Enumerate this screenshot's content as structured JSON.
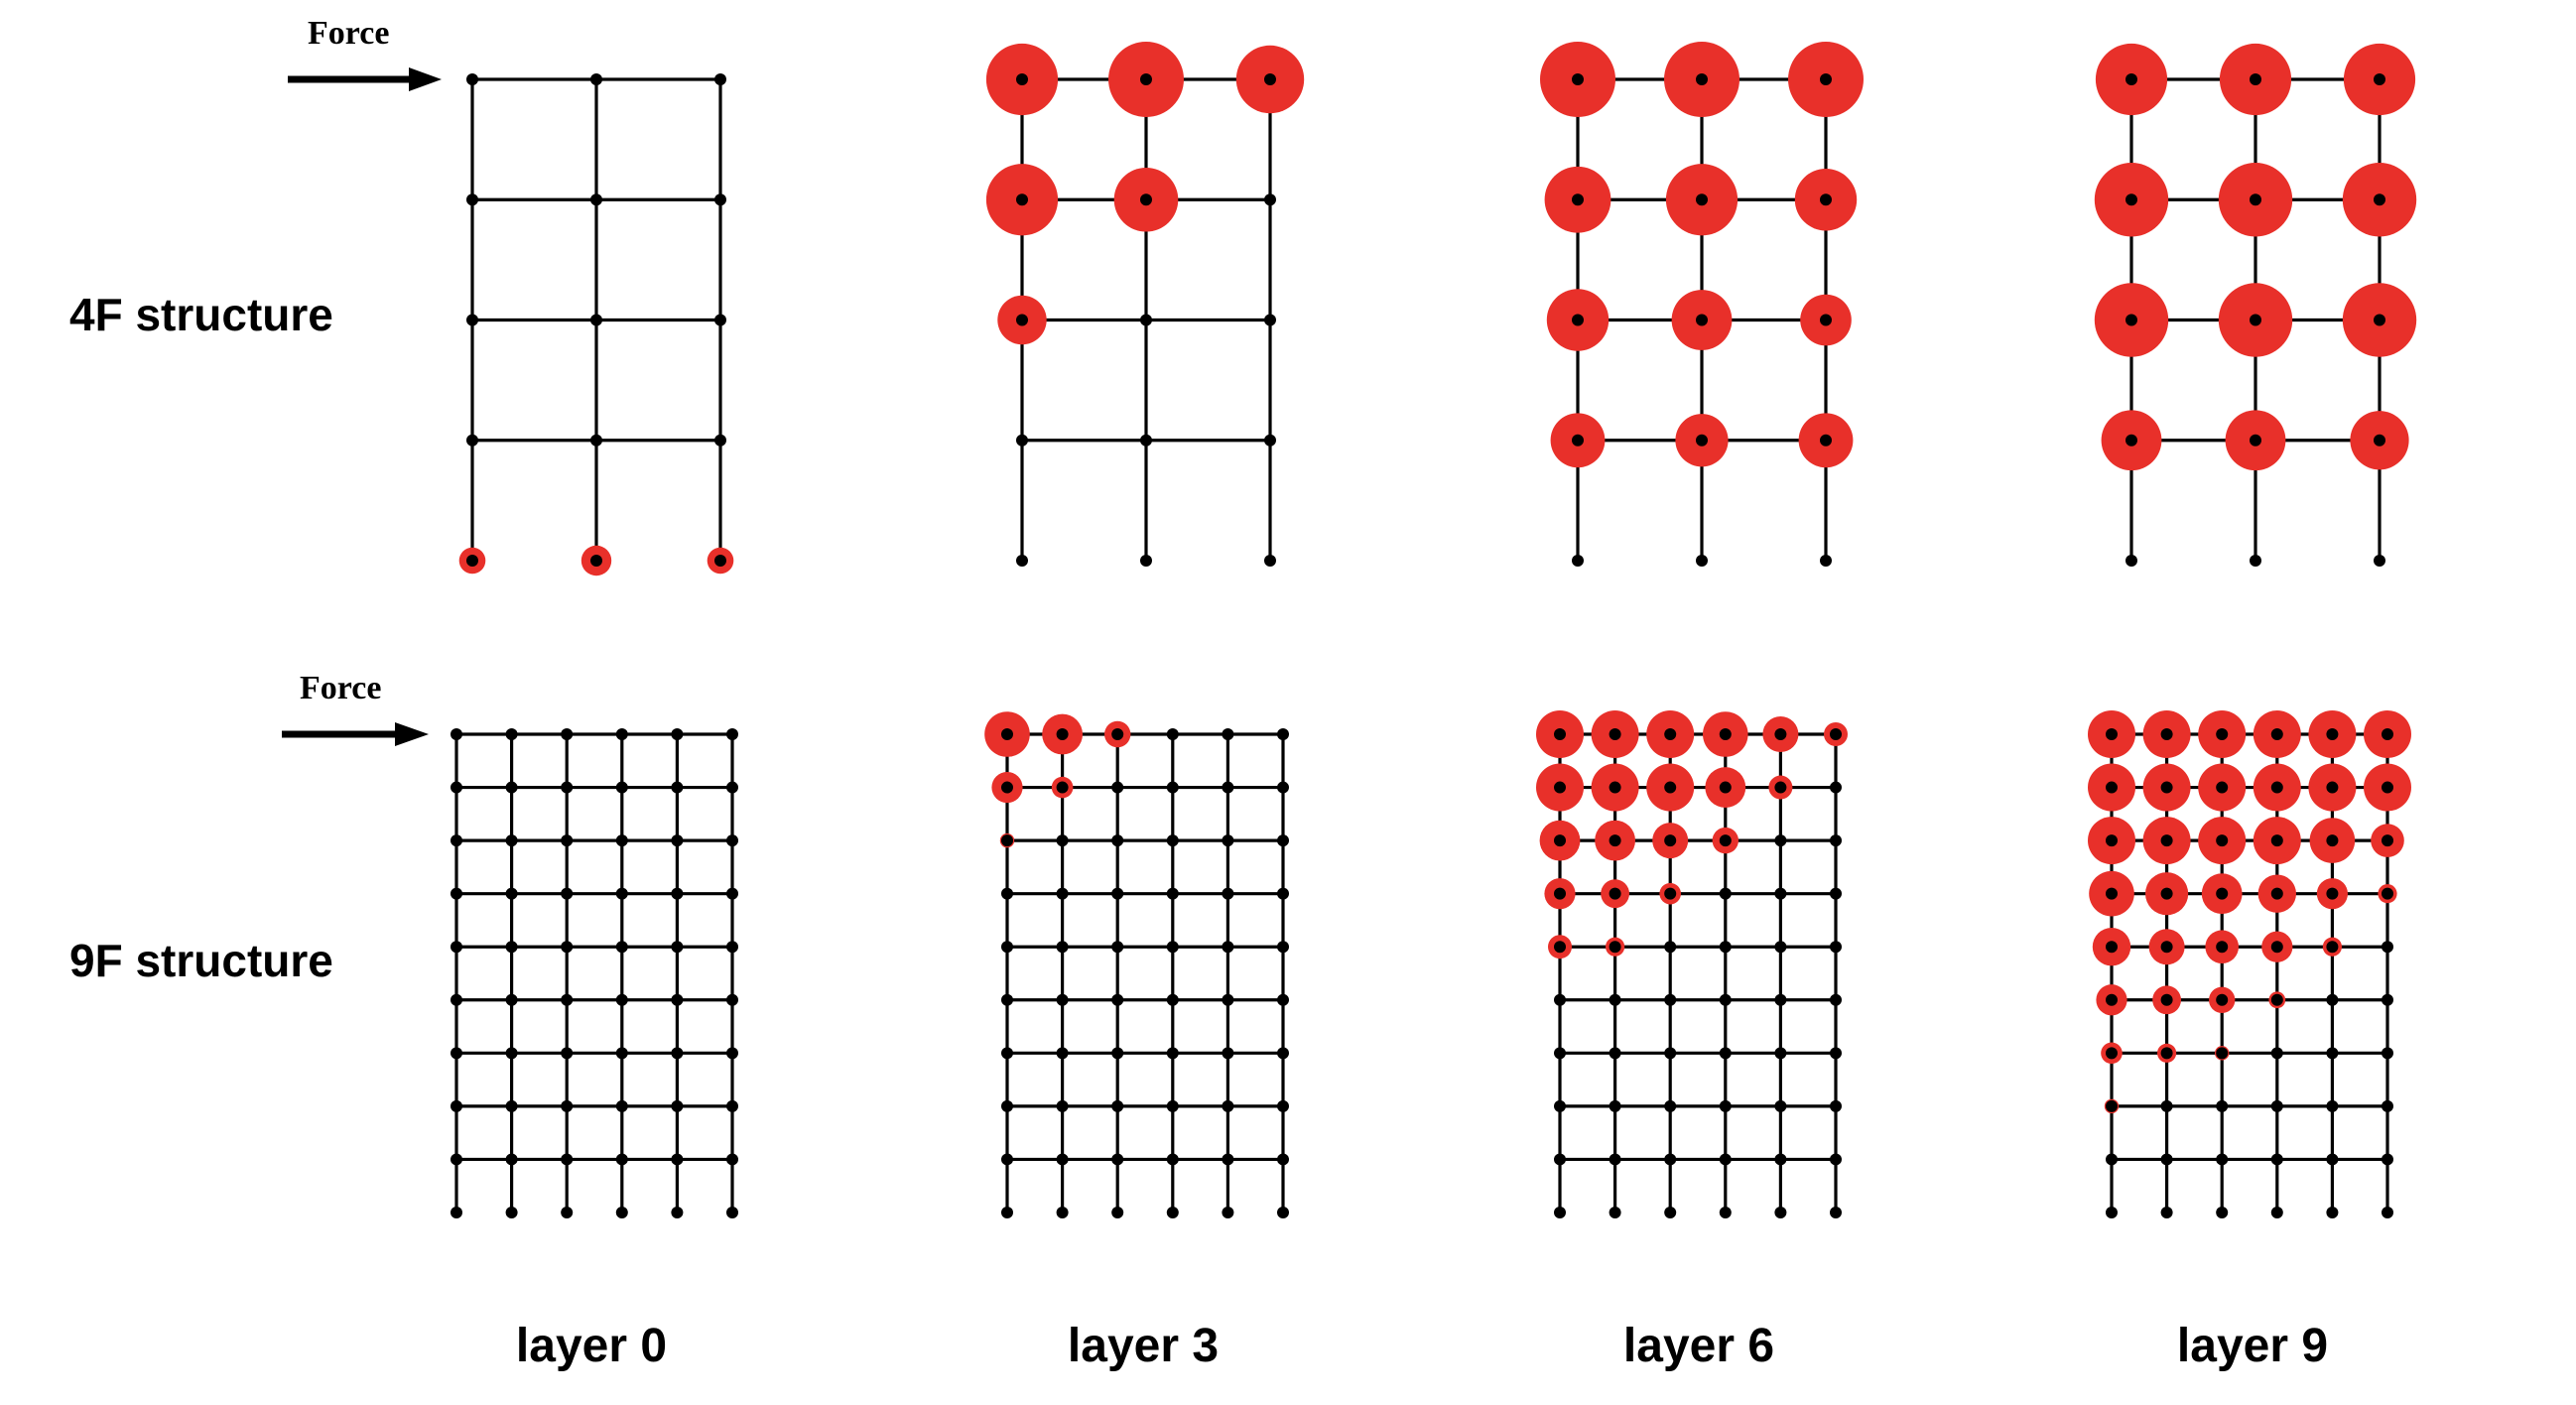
{
  "colors": {
    "highlight": "#e8302a",
    "frame": "#000000",
    "background": "#ffffff"
  },
  "force_label": "Force",
  "rows": [
    {
      "label": "4F structure",
      "stories": 4,
      "bays": 2,
      "panels": [
        {
          "layer": "layer 0",
          "heat": [
            [
              0,
              0,
              0
            ],
            [
              0,
              0,
              0
            ],
            [
              0,
              0,
              0
            ],
            [
              0,
              0,
              0
            ],
            [
              0.35,
              0.4,
              0.35
            ]
          ]
        },
        {
          "layer": "layer 3",
          "heat": [
            [
              0.95,
              1,
              0.9
            ],
            [
              0.95,
              0.85,
              0
            ],
            [
              0.65,
              0,
              0
            ],
            [
              0,
              0,
              0
            ],
            [
              0,
              0,
              0
            ]
          ]
        },
        {
          "layer": "layer 6",
          "heat": [
            [
              1,
              1,
              1
            ],
            [
              0.88,
              0.95,
              0.82
            ],
            [
              0.82,
              0.8,
              0.68
            ],
            [
              0.72,
              0.7,
              0.72
            ],
            [
              0,
              0,
              0
            ]
          ]
        },
        {
          "layer": "layer 9",
          "heat": [
            [
              0.95,
              0.95,
              0.95
            ],
            [
              0.98,
              0.98,
              0.98
            ],
            [
              0.98,
              0.98,
              0.98
            ],
            [
              0.8,
              0.8,
              0.78
            ],
            [
              0,
              0,
              0
            ]
          ]
        }
      ]
    },
    {
      "label": "9F structure",
      "stories": 9,
      "bays": 5,
      "panels": [
        {
          "layer": "layer 0",
          "heat": [
            [
              0,
              0,
              0,
              0,
              0,
              0
            ],
            [
              0,
              0,
              0,
              0,
              0,
              0
            ],
            [
              0,
              0,
              0,
              0,
              0,
              0
            ],
            [
              0,
              0,
              0,
              0,
              0,
              0
            ],
            [
              0,
              0,
              0,
              0,
              0,
              0
            ],
            [
              0,
              0,
              0,
              0,
              0,
              0
            ],
            [
              0,
              0,
              0,
              0,
              0,
              0
            ],
            [
              0,
              0,
              0,
              0,
              0,
              0
            ],
            [
              0,
              0,
              0,
              0,
              0,
              0
            ],
            [
              0,
              0,
              0,
              0,
              0,
              0
            ]
          ]
        },
        {
          "layer": "layer 3",
          "heat": [
            [
              0.95,
              0.85,
              0.55,
              0,
              0,
              0
            ],
            [
              0.65,
              0.45,
              0,
              0,
              0,
              0
            ],
            [
              0.3,
              0,
              0,
              0,
              0,
              0
            ],
            [
              0,
              0,
              0,
              0,
              0,
              0
            ],
            [
              0,
              0,
              0,
              0,
              0,
              0
            ],
            [
              0,
              0,
              0,
              0,
              0,
              0
            ],
            [
              0,
              0,
              0,
              0,
              0,
              0
            ],
            [
              0,
              0,
              0,
              0,
              0,
              0
            ],
            [
              0,
              0,
              0,
              0,
              0,
              0
            ],
            [
              0,
              0,
              0,
              0,
              0,
              0
            ]
          ]
        },
        {
          "layer": "layer 6",
          "heat": [
            [
              1,
              1,
              1,
              0.95,
              0.75,
              0.5
            ],
            [
              1,
              1,
              1,
              0.85,
              0.5,
              0
            ],
            [
              0.85,
              0.85,
              0.75,
              0.55,
              0,
              0
            ],
            [
              0.65,
              0.6,
              0.45,
              0,
              0,
              0
            ],
            [
              0.5,
              0.4,
              0,
              0,
              0,
              0
            ],
            [
              0,
              0,
              0,
              0,
              0,
              0
            ],
            [
              0,
              0,
              0,
              0,
              0,
              0
            ],
            [
              0,
              0,
              0,
              0,
              0,
              0
            ],
            [
              0,
              0,
              0,
              0,
              0,
              0
            ],
            [
              0,
              0,
              0,
              0,
              0,
              0
            ]
          ]
        },
        {
          "layer": "layer 9",
          "heat": [
            [
              1,
              1,
              1,
              1,
              1,
              1
            ],
            [
              1,
              1,
              1,
              1,
              1,
              1
            ],
            [
              1,
              1,
              1,
              1,
              0.95,
              0.7
            ],
            [
              0.95,
              0.9,
              0.85,
              0.8,
              0.65,
              0.4
            ],
            [
              0.8,
              0.75,
              0.7,
              0.65,
              0.4,
              0
            ],
            [
              0.65,
              0.6,
              0.55,
              0.35,
              0,
              0
            ],
            [
              0.45,
              0.4,
              0.3,
              0,
              0,
              0
            ],
            [
              0.3,
              0,
              0,
              0,
              0,
              0
            ],
            [
              0,
              0,
              0,
              0,
              0,
              0
            ],
            [
              0,
              0,
              0,
              0,
              0,
              0
            ]
          ]
        }
      ]
    }
  ]
}
